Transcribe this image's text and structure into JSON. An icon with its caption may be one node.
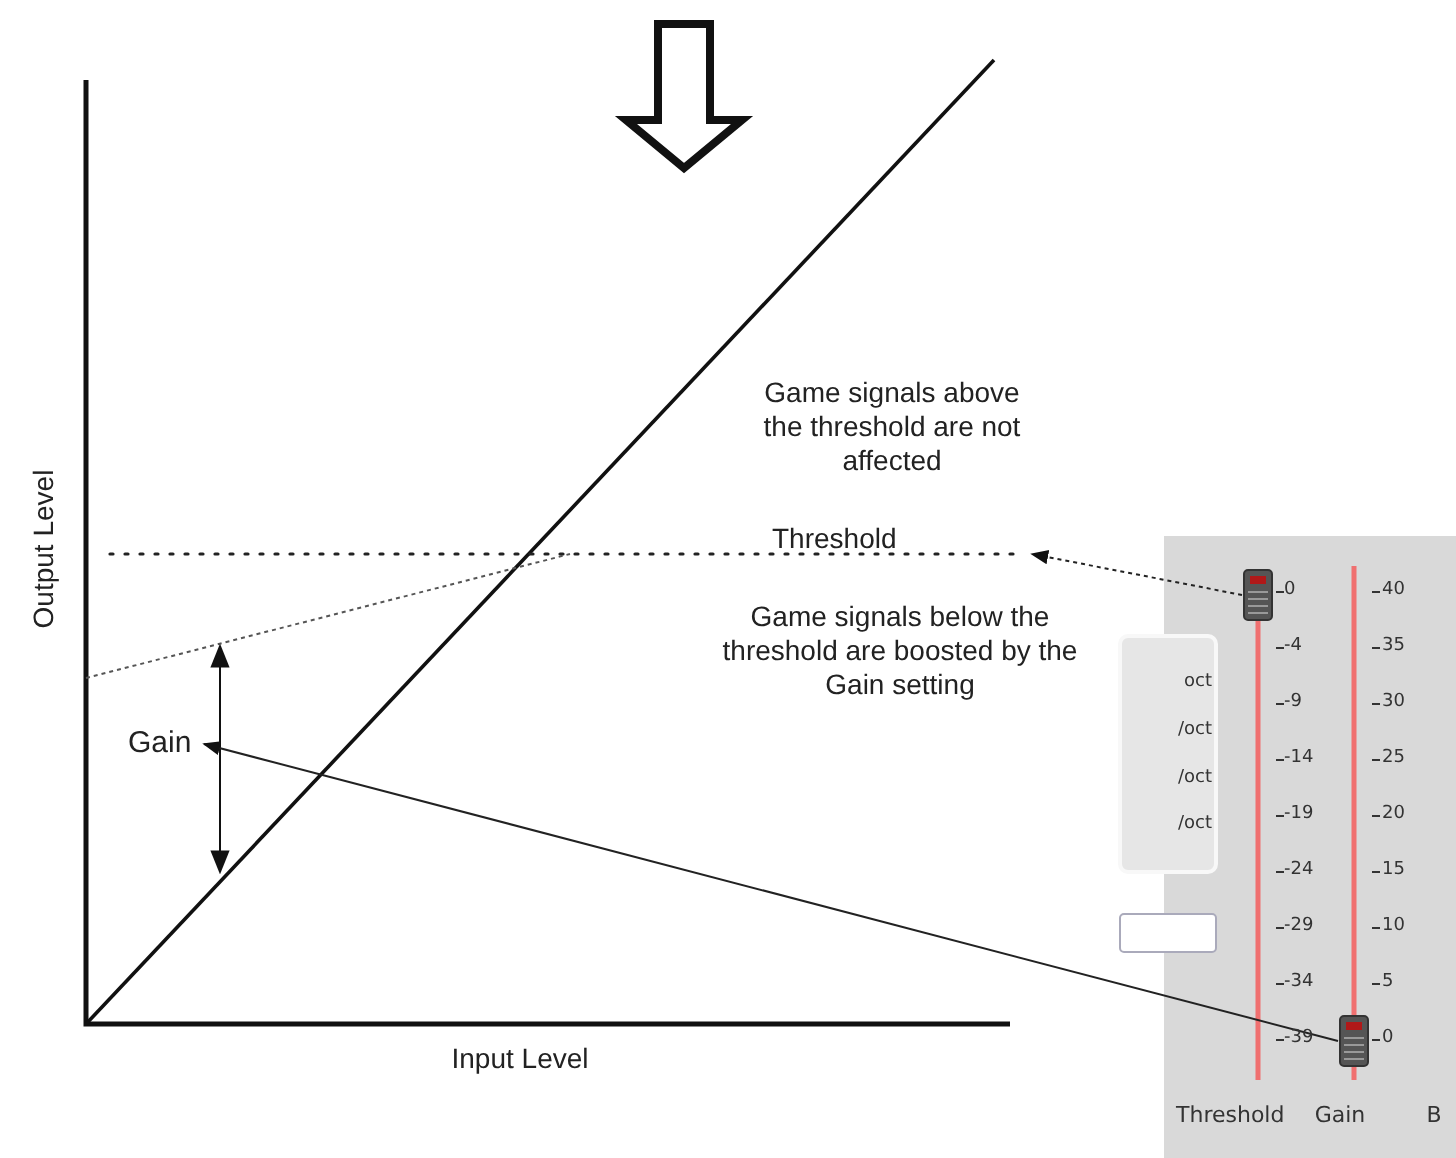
{
  "diagram": {
    "nodes": [
      {
        "text": [
          "Threshold"
        ]
      },
      {
        "text": [
          "Gain"
        ]
      },
      {
        "text": [],
        "shape": "box"
      },
      {
        "text": [],
        "shape": "box"
      }
    ],
    "edges": [
      {
        "from": 2,
        "to": 0,
        "arrow": "to",
        "style": "dashed"
      },
      {
        "from": 3,
        "to": 1,
        "arrow": "to"
      }
    ],
    "labels": [
      "Game signals above the threshold are not affected",
      "Output Level",
      "Game signals below the threshold are boosted by the Gain setting",
      "Input Level",
      "oct",
      "/oct",
      "/oct",
      "/oct",
      "0",
      "-4",
      "-9",
      "-14",
      "-19",
      "-24",
      "-29",
      "-34",
      "-39",
      "40",
      "35",
      "30",
      "25",
      "20",
      "15",
      "10",
      "5",
      "0",
      "Threshold",
      "Gain",
      "B"
    ]
  }
}
